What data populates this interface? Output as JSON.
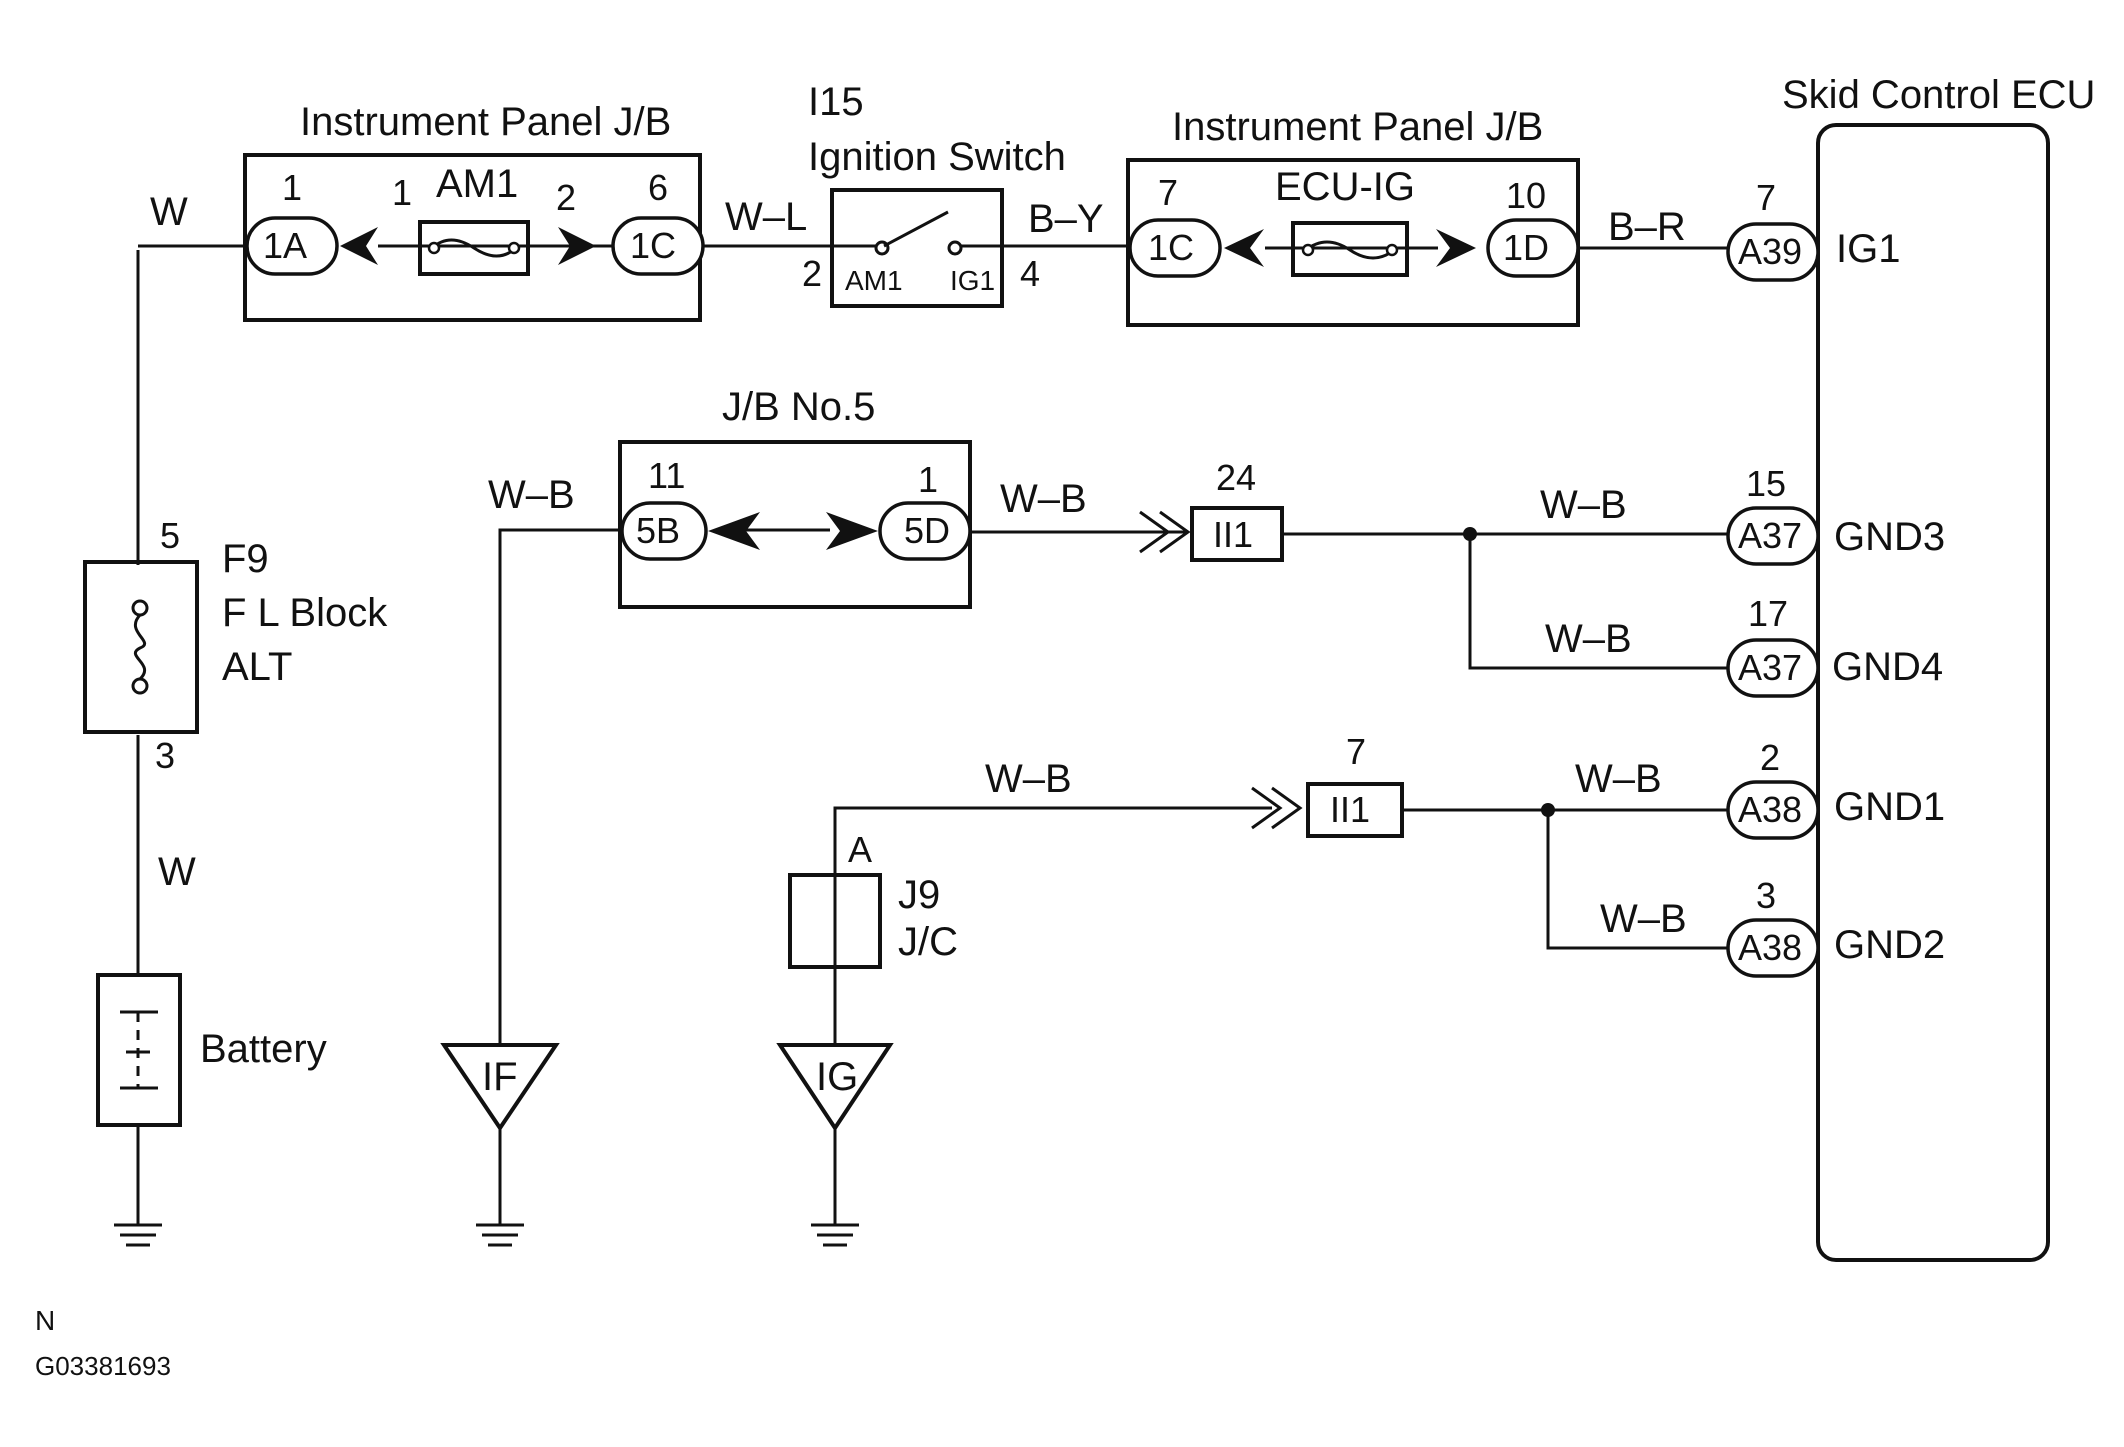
{
  "components": {
    "ip_jb_left": {
      "title": "Instrument Panel J/B",
      "fuse": "AM1",
      "pin_in": "1",
      "conn_in": "1A",
      "fuse_in": "1",
      "fuse_out": "2",
      "pin_out": "6",
      "conn_out": "1C"
    },
    "ignition_switch": {
      "id": "I15",
      "title": "Ignition Switch",
      "term_left": "AM1",
      "term_right": "IG1",
      "pin_left": "2",
      "pin_right": "4"
    },
    "ip_jb_right": {
      "title": "Instrument Panel J/B",
      "fuse": "ECU-IG",
      "pin_in": "7",
      "conn_in": "1C",
      "pin_out": "10",
      "conn_out": "1D"
    },
    "ecu": {
      "title": "Skid Control ECU"
    },
    "fusible_link": {
      "id": "F9",
      "name": "F L Block",
      "fuse": "ALT",
      "pin_top": "5",
      "pin_bottom": "3"
    },
    "battery": {
      "label": "Battery"
    },
    "jb5": {
      "title": "J/B No.5",
      "pin_in": "11",
      "conn_in": "5B",
      "pin_out": "1",
      "conn_out": "5D"
    },
    "junction": {
      "id": "J9",
      "name": "J/C",
      "pin": "A"
    },
    "grounds": [
      "IF",
      "IG"
    ]
  },
  "wires": {
    "w_top": "W",
    "w_l": "W–L",
    "b_y": "B–Y",
    "b_r": "B–R",
    "w_bottom": "W",
    "wb_if": "W–B",
    "wb_jb5_out": "W–B",
    "wb_gnd3": "W–B",
    "wb_gnd4": "W–B",
    "wb_j9": "W–B",
    "wb_gnd1": "W–B",
    "wb_gnd2": "W–B"
  },
  "inline_connectors": [
    {
      "id": "II1",
      "pin": "24"
    },
    {
      "id": "II1",
      "pin": "7"
    }
  ],
  "ecu_pins": [
    {
      "pin": "7",
      "conn": "A39",
      "name": "IG1"
    },
    {
      "pin": "15",
      "conn": "A37",
      "name": "GND3"
    },
    {
      "pin": "17",
      "conn": "A37",
      "name": "GND4"
    },
    {
      "pin": "2",
      "conn": "A38",
      "name": "GND1"
    },
    {
      "pin": "3",
      "conn": "A38",
      "name": "GND2"
    }
  ],
  "footer": {
    "code_letter": "N",
    "figure_code": "G03381693"
  }
}
